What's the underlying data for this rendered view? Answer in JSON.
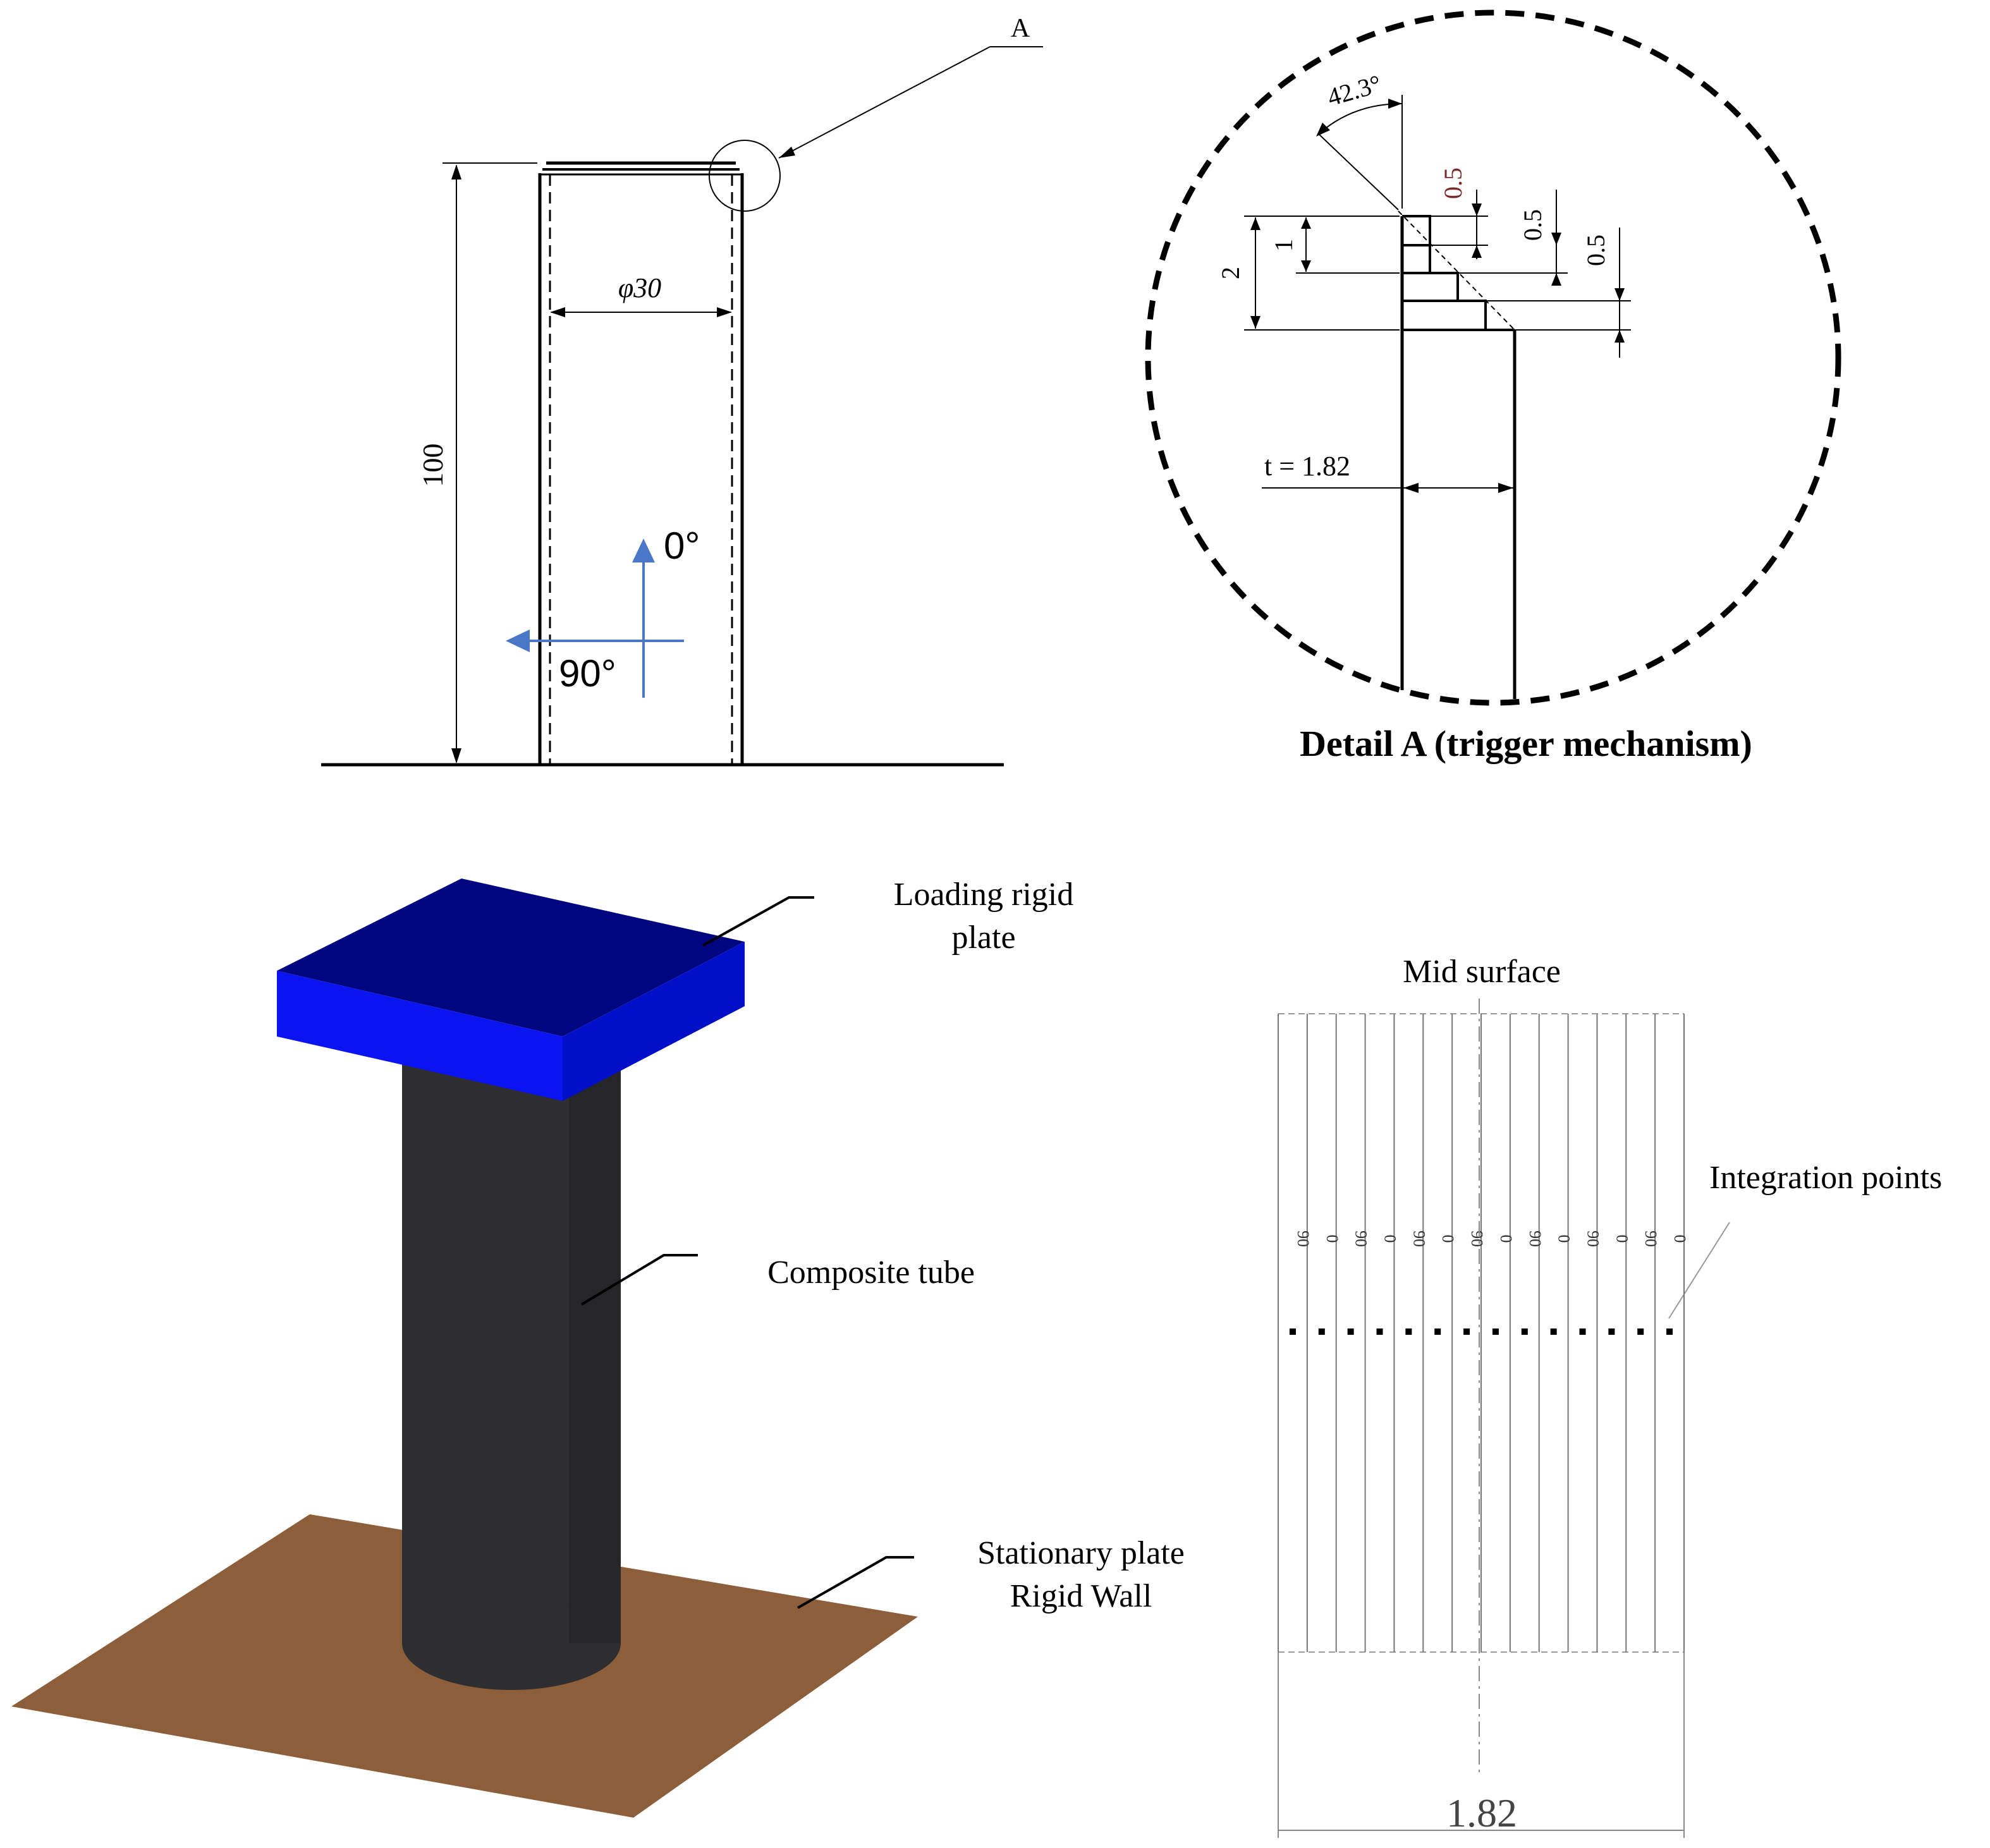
{
  "drawing": {
    "detail_marker": "A",
    "height_dim": "100",
    "diameter_dim": "φ30",
    "axis_0": "0°",
    "axis_90": "90°"
  },
  "detail": {
    "title": "Detail A (trigger mechanism)",
    "angle": "42.3°",
    "dim_2": "2",
    "dim_1": "1",
    "dim_05": "0.5",
    "thickness": "t = 1.82"
  },
  "model": {
    "loading_label_1": "Loading rigid",
    "loading_label_2": "plate",
    "tube_label": "Composite tube",
    "stationary_label_1": "Stationary plate",
    "stationary_label_2": "Rigid Wall"
  },
  "layup": {
    "mid_label": "Mid surface",
    "integration_label": "Integration points",
    "width_dim": "1.82",
    "plies": [
      "90",
      "0",
      "90",
      "0",
      "90",
      "0",
      "90",
      "0",
      "90",
      "0",
      "90",
      "0",
      "90",
      "0"
    ]
  },
  "colors": {
    "loading_plate": "#0a14f0",
    "tube": "#2e2e30",
    "stationary_plate": "#8c5f3a",
    "axis_arrow": "#4a78c8"
  }
}
